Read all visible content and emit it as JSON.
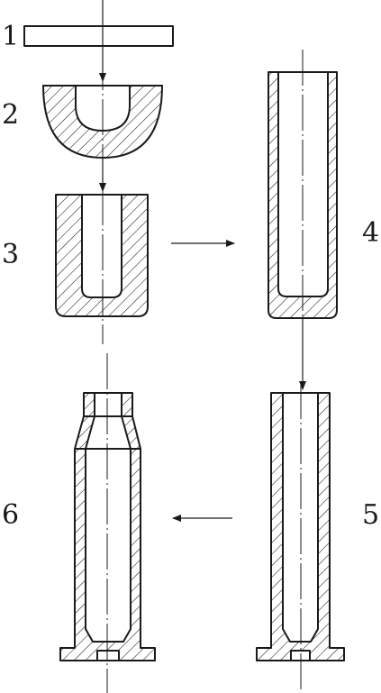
{
  "diagram": {
    "ink_color": "#1a1a1a",
    "background_color": "#ffffff",
    "stage_labels": [
      "1",
      "2",
      "3",
      "4",
      "5",
      "6"
    ]
  }
}
